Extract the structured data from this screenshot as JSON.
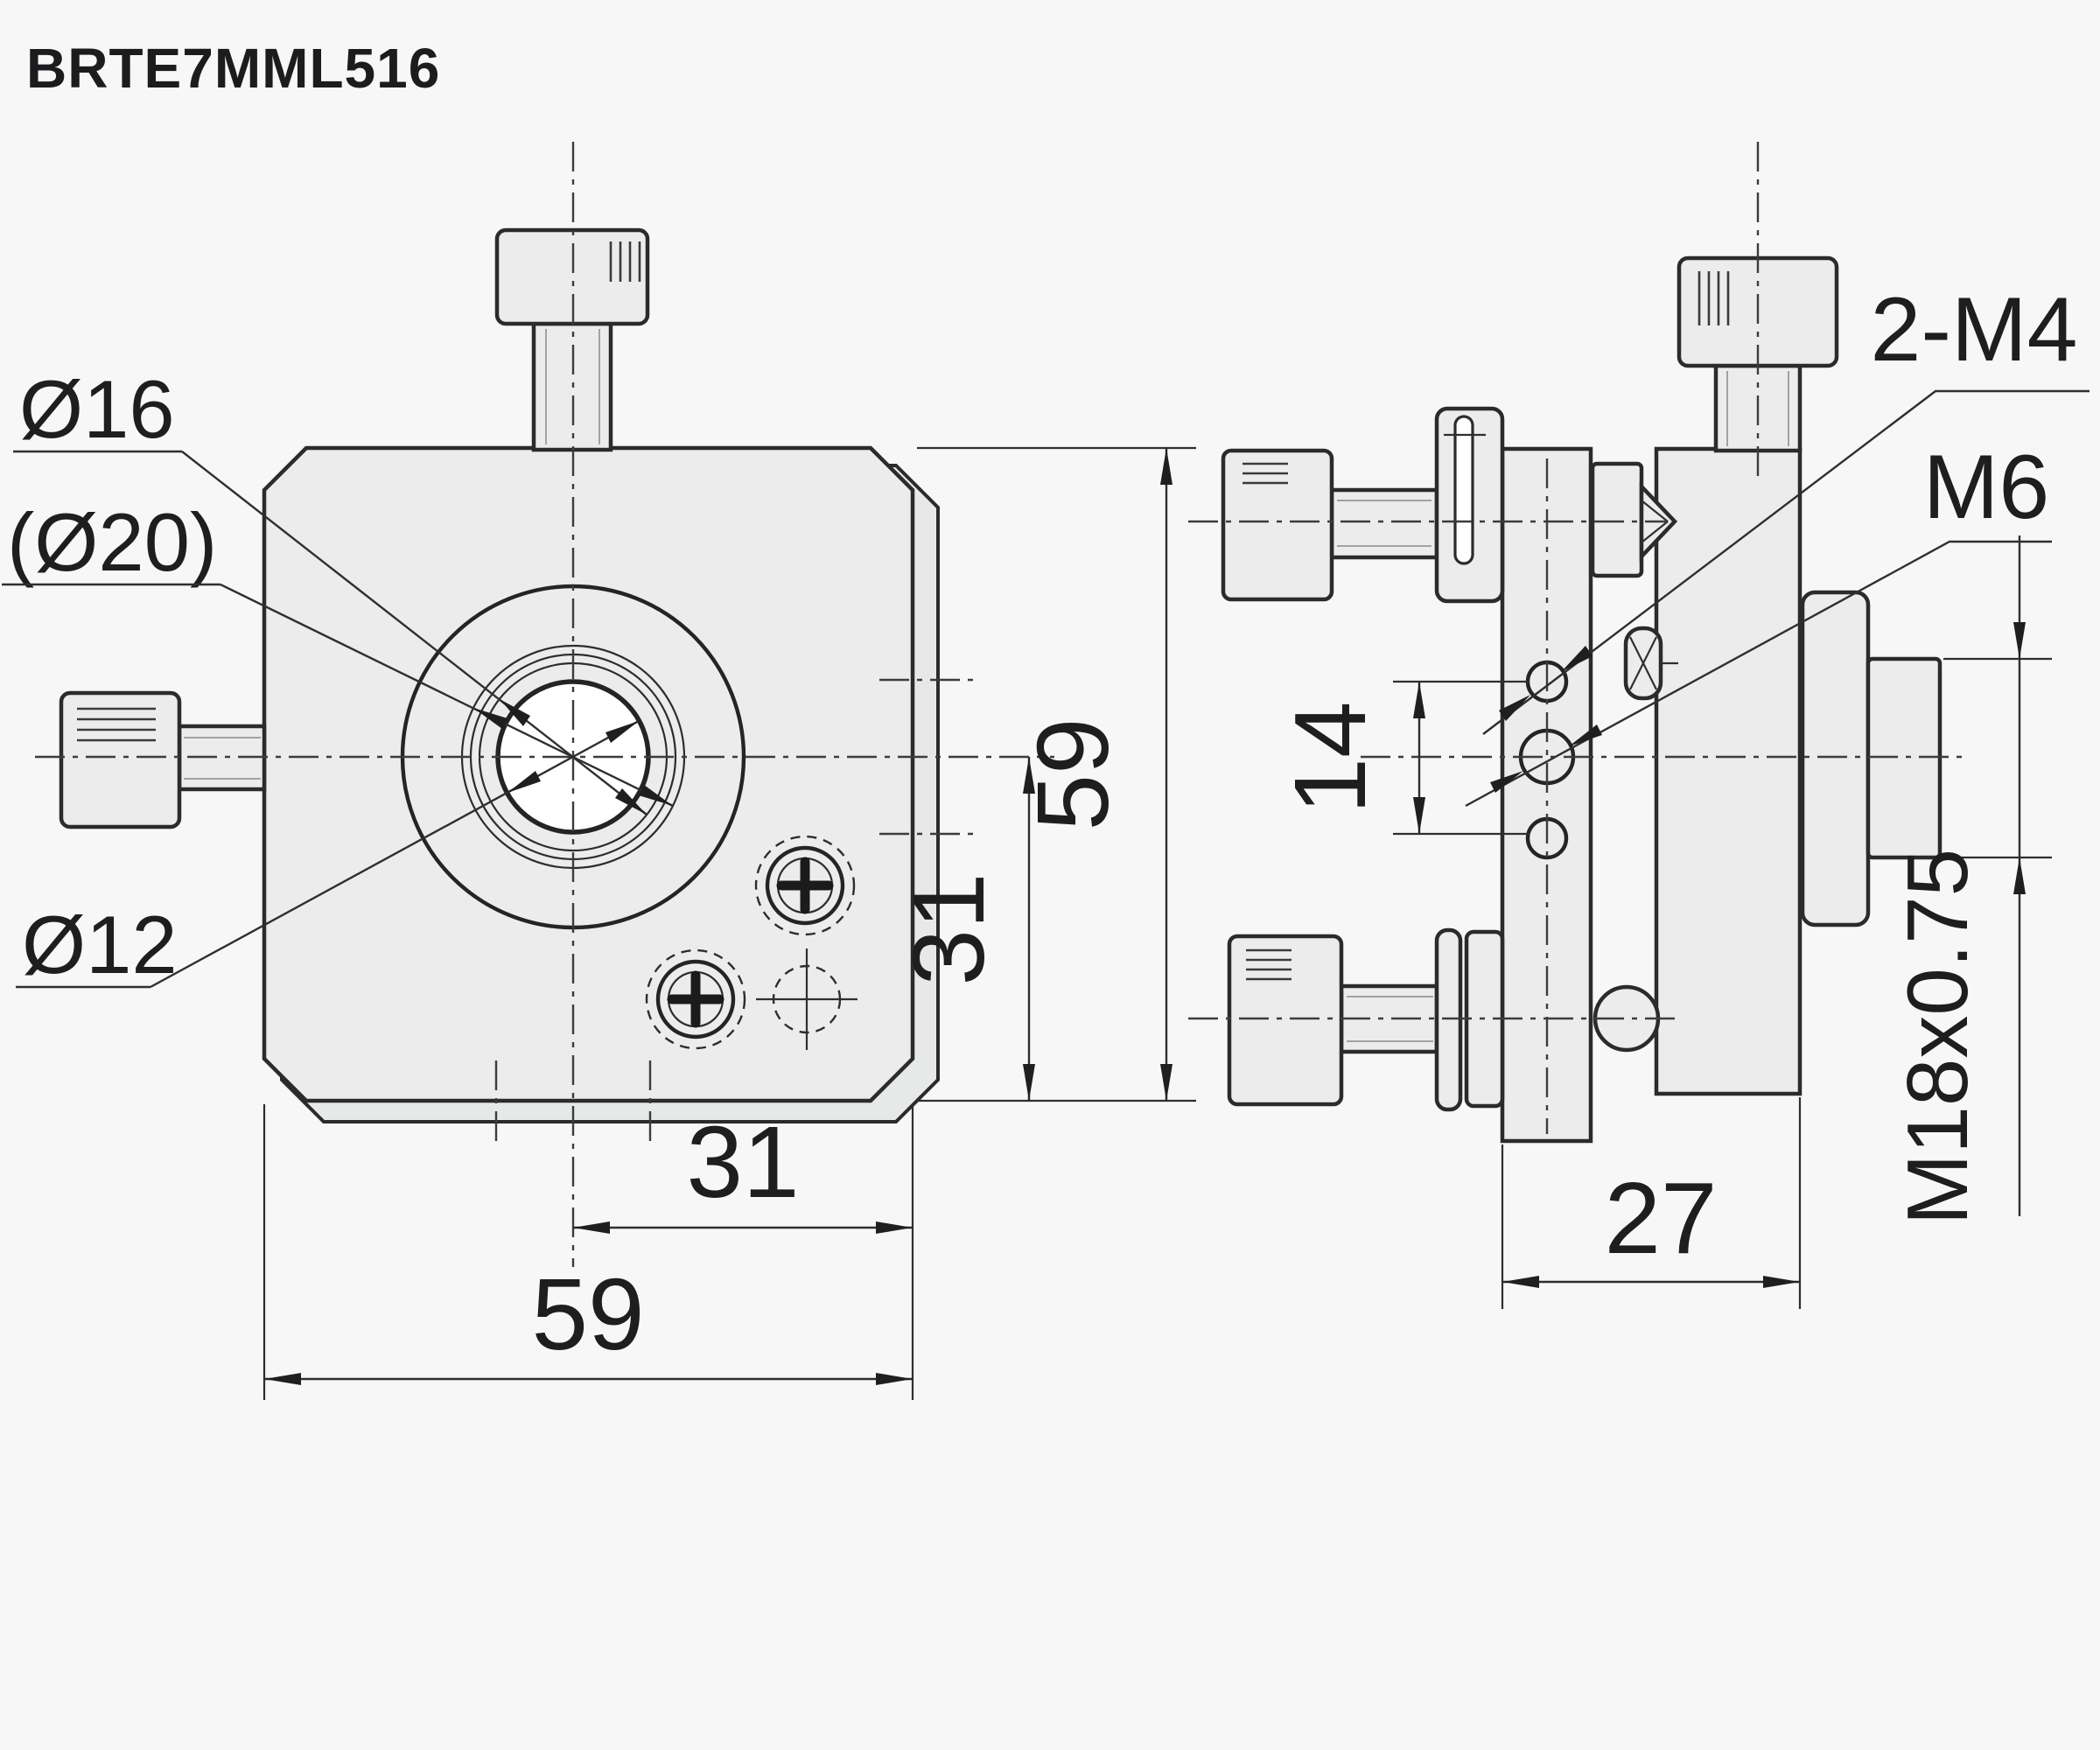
{
  "title": "BRTE7MML516",
  "colors": {
    "background": "#f7f7f7",
    "line": "#2b2b2b",
    "body_fill": "#ececec",
    "back_fill": "#e7e8e8",
    "aperture_fill": "#ffffff"
  },
  "front_view": {
    "labels": {
      "outer_ring": "Ø16",
      "outer_ring_ref": "(Ø20)",
      "aperture": "Ø12"
    },
    "dims": {
      "height": "59",
      "center_to_bottom": "31",
      "center_to_right": "31",
      "width": "59"
    }
  },
  "side_view": {
    "labels": {
      "mount_holes": "2-M4",
      "center_hole": "M6"
    },
    "dims": {
      "hole_spacing": "14",
      "depth": "27",
      "thread": "M18x0.75"
    }
  }
}
